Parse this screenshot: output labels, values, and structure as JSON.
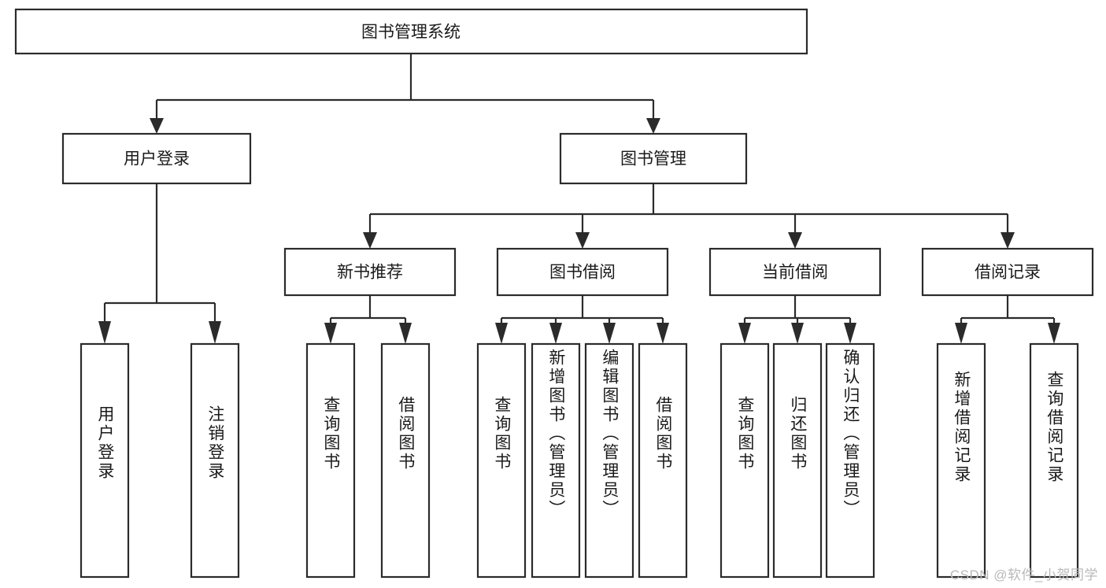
{
  "diagram": {
    "title": "图书管理系统",
    "type": "hierarchy-tree",
    "orientation": "top-down",
    "levels": 4,
    "colors": {
      "box_stroke": "#2b2b2b",
      "box_fill": "#ffffff",
      "connector": "#2b2b2b",
      "text": "#1a1a1a",
      "background": "#ffffff",
      "watermark": "#b9b9b9"
    }
  },
  "root": {
    "label": "图书管理系统"
  },
  "level2": [
    {
      "id": "user-login",
      "label": "用户登录"
    },
    {
      "id": "book-management",
      "label": "图书管理"
    }
  ],
  "level3": [
    {
      "id": "new-book-recommend",
      "label": "新书推荐",
      "parent": "book-management"
    },
    {
      "id": "book-borrow",
      "label": "图书借阅",
      "parent": "book-management"
    },
    {
      "id": "current-borrow",
      "label": "当前借阅",
      "parent": "book-management"
    },
    {
      "id": "borrow-record",
      "label": "借阅记录",
      "parent": "book-management"
    }
  ],
  "leaves": [
    {
      "id": "leaf-user-login",
      "label": "用户登录",
      "parent": "user-login"
    },
    {
      "id": "leaf-logout-login",
      "label": "注销登录",
      "parent": "user-login"
    },
    {
      "id": "leaf-query-book-1",
      "label": "查询图书",
      "parent": "new-book-recommend"
    },
    {
      "id": "leaf-borrow-book-1",
      "label": "借阅图书",
      "parent": "new-book-recommend"
    },
    {
      "id": "leaf-query-book-2",
      "label": "查询图书",
      "parent": "book-borrow"
    },
    {
      "id": "leaf-add-book",
      "label": "新增图书（管理员）",
      "parent": "book-borrow"
    },
    {
      "id": "leaf-edit-book",
      "label": "编辑图书（管理员）",
      "parent": "book-borrow"
    },
    {
      "id": "leaf-borrow-book-2",
      "label": "借阅图书",
      "parent": "book-borrow"
    },
    {
      "id": "leaf-query-book-3",
      "label": "查询图书",
      "parent": "current-borrow"
    },
    {
      "id": "leaf-return-book",
      "label": "归还图书",
      "parent": "current-borrow"
    },
    {
      "id": "leaf-confirm-return",
      "label": "确认归还（管理员）",
      "parent": "current-borrow"
    },
    {
      "id": "leaf-add-record",
      "label": "新增借阅记录",
      "parent": "borrow-record"
    },
    {
      "id": "leaf-query-record",
      "label": "查询借阅记录",
      "parent": "borrow-record"
    }
  ],
  "watermark": {
    "text": "CSDN @软件_小贺同学"
  }
}
